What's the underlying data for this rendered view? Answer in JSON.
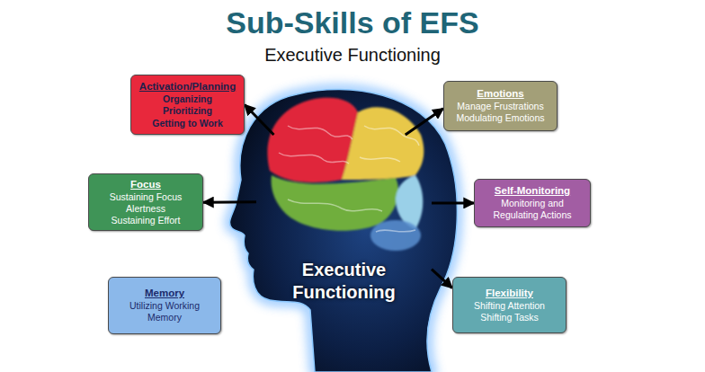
{
  "diagram": {
    "title": "Sub-Skills of EFS",
    "nodes": [
      {
        "text": [
          "Activation/Planning",
          "Organizing",
          "Prioritizing",
          "Getting to Work"
        ]
      },
      {
        "text": [
          "Emotions",
          "Manage Frustrations",
          "Modulating Emotions"
        ]
      },
      {
        "text": [
          "Focus",
          "Sustaining Focus",
          "Alertness",
          "Sustaining Effort"
        ]
      },
      {
        "text": [
          "Executive Functioning"
        ]
      },
      {
        "text": [
          "Self-Monitoring",
          "Monitoring and Regulating Actions"
        ]
      },
      {
        "text": [
          "Memory",
          "Utilizing Working Memory"
        ]
      },
      {
        "text": [
          "Flexibility",
          "Shifting Attention",
          "Shifting Tasks"
        ]
      }
    ],
    "edges": [
      {
        "from": 3,
        "to": 0,
        "arrow": "to"
      },
      {
        "from": 3,
        "to": 1,
        "arrow": "to"
      },
      {
        "from": 3,
        "to": 2,
        "arrow": "to"
      },
      {
        "from": 3,
        "to": 4,
        "arrow": "to"
      },
      {
        "from": 3,
        "to": 6,
        "arrow": "to"
      }
    ],
    "labels": [
      "Executive Functioning"
    ]
  }
}
